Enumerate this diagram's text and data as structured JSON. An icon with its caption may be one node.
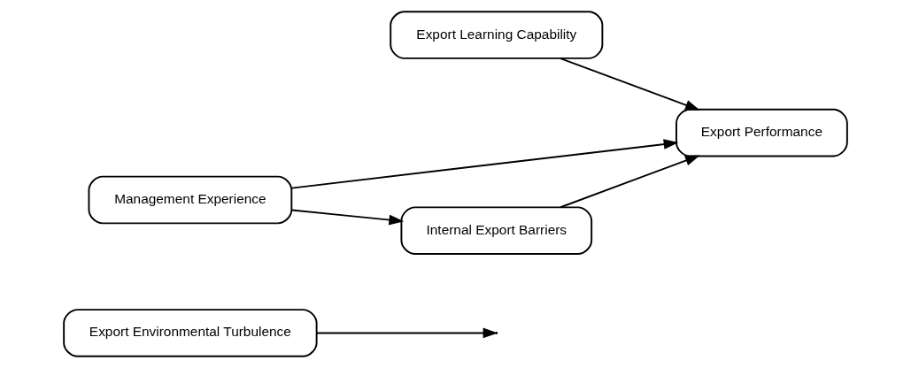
{
  "diagram": {
    "nodes": [
      {
        "text": [
          "Export Environmental Turbulence"
        ]
      },
      {
        "text": [
          "Export Learning Capability"
        ]
      },
      {
        "text": [
          "Export Performance"
        ]
      },
      {
        "text": [
          "Management Experience"
        ]
      },
      {
        "text": [
          "Internal Export Barriers"
        ]
      }
    ],
    "edges": [
      {
        "from": 0,
        "to": null,
        "arrow": "to"
      },
      {
        "from": 1,
        "to": 2,
        "arrow": "to"
      },
      {
        "from": 3,
        "to": 4,
        "arrow": "to"
      },
      {
        "from": 4,
        "to": 2,
        "arrow": "to"
      },
      {
        "from": 3,
        "to": 2,
        "arrow": "to"
      }
    ]
  }
}
